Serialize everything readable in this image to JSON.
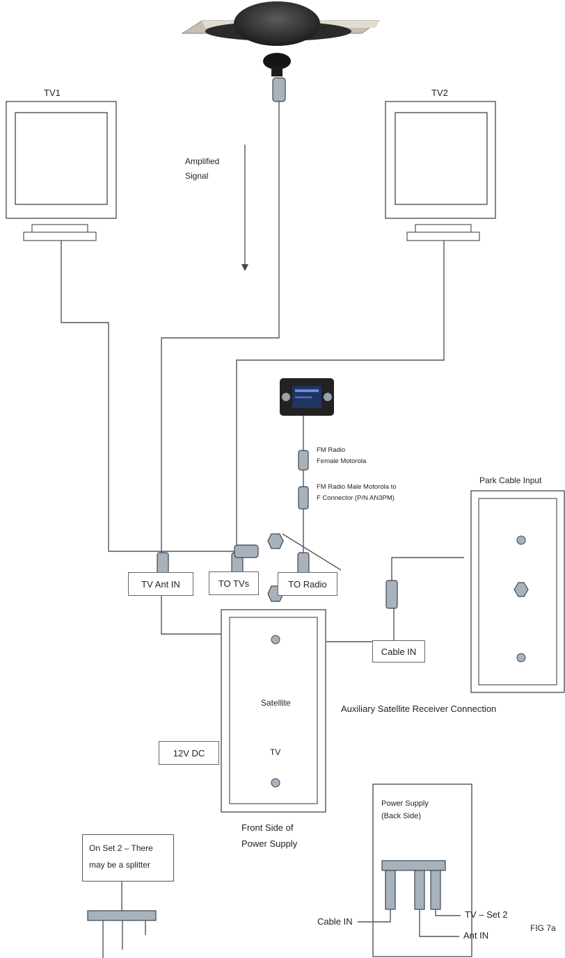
{
  "labels": {
    "tv1": "TV1",
    "tv2": "TV2",
    "amplified": "Amplified",
    "signal": "Signal",
    "fm_female_1": "FM Radio",
    "fm_female_2": "Female Motorola",
    "fm_male_1": "FM Radio Male Motorola to",
    "fm_male_2": "F Connector (P/N AN3PM)",
    "park_cable": "Park Cable Input",
    "tv_ant_in": "TV Ant IN",
    "to_tvs": "TO TVs",
    "to_radio": "TO Radio",
    "cable_in": "Cable IN",
    "satellite": "Satellite",
    "aux_sat": "Auxiliary Satellite Receiver Connection",
    "tv": "TV",
    "v12dc": "12V DC",
    "front_side_1": "Front Side of",
    "front_side_2": "Power Supply",
    "splitter_1": "On Set 2 – There",
    "splitter_2": "may be a splitter",
    "ps_back_1": "Power Supply",
    "ps_back_2": "(Back Side)",
    "cable_in_bottom": "Cable IN",
    "tv_set2": "TV – Set 2",
    "ant_in": "Ant IN",
    "fig": "FIG 7a"
  },
  "colors": {
    "line": "#555555",
    "connector_fill": "#a7b2bd",
    "connector_stroke": "#3c4650",
    "antenna_dark": "#2e2e2e",
    "antenna_rail": "#b9ad9c"
  }
}
